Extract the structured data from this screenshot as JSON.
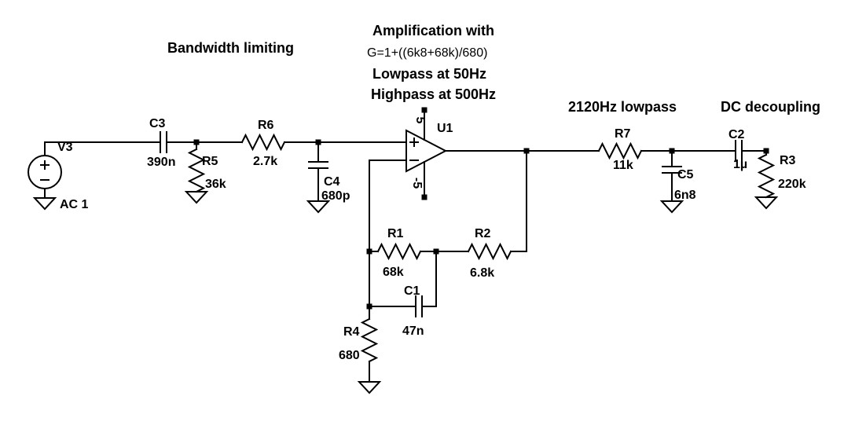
{
  "annotations": {
    "bandwidth": "Bandwidth limiting",
    "amp_line1": "Amplification with",
    "amp_line2": "G=1+((6k8+68k)/680)",
    "amp_line3": "Lowpass at 50Hz",
    "amp_line4": "Highpass at 500Hz",
    "lowpass2120": "2120Hz lowpass",
    "dc_decoupling": "DC decoupling"
  },
  "components": {
    "v3": {
      "ref": "V3",
      "value": "AC 1"
    },
    "c3": {
      "ref": "C3",
      "value": "390n"
    },
    "r5": {
      "ref": "R5",
      "value": "36k"
    },
    "r6": {
      "ref": "R6",
      "value": "2.7k"
    },
    "c4": {
      "ref": "C4",
      "value": "680p"
    },
    "u1": {
      "ref": "U1",
      "supply_pos": "5",
      "supply_neg": "-5"
    },
    "r1": {
      "ref": "R1",
      "value": "68k"
    },
    "r2": {
      "ref": "R2",
      "value": "6.8k"
    },
    "c1": {
      "ref": "C1",
      "value": "47n"
    },
    "r4": {
      "ref": "R4",
      "value": "680"
    },
    "r7": {
      "ref": "R7",
      "value": "11k"
    },
    "c5": {
      "ref": "C5",
      "value": "6n8"
    },
    "c2": {
      "ref": "C2",
      "value": "1µ"
    },
    "r3": {
      "ref": "R3",
      "value": "220k"
    }
  }
}
